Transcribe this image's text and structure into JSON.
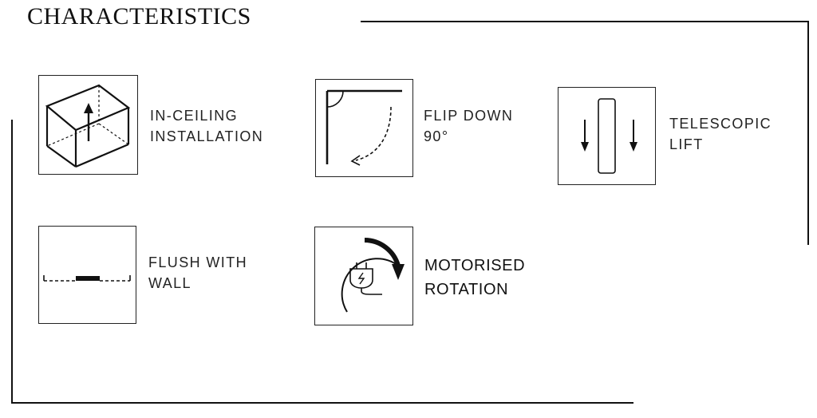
{
  "title": "CHARACTERISTICS",
  "colors": {
    "line": "#111111",
    "text": "#222222",
    "background": "#ffffff"
  },
  "features": [
    {
      "icon": "in-ceiling-box-icon",
      "line1": "IN-CEILING",
      "line2": "INSTALLATION"
    },
    {
      "icon": "flip-down-arrow-icon",
      "line1": "FLIP DOWN",
      "line2": "90°"
    },
    {
      "icon": "telescopic-lift-icon",
      "line1": "TELESCOPIC",
      "line2": "LIFT"
    },
    {
      "icon": "flush-wall-icon",
      "line1": "FLUSH WITH",
      "line2": "WALL"
    },
    {
      "icon": "motorised-rotation-plug-icon",
      "line1": "MOTORISED",
      "line2": "ROTATION"
    }
  ]
}
